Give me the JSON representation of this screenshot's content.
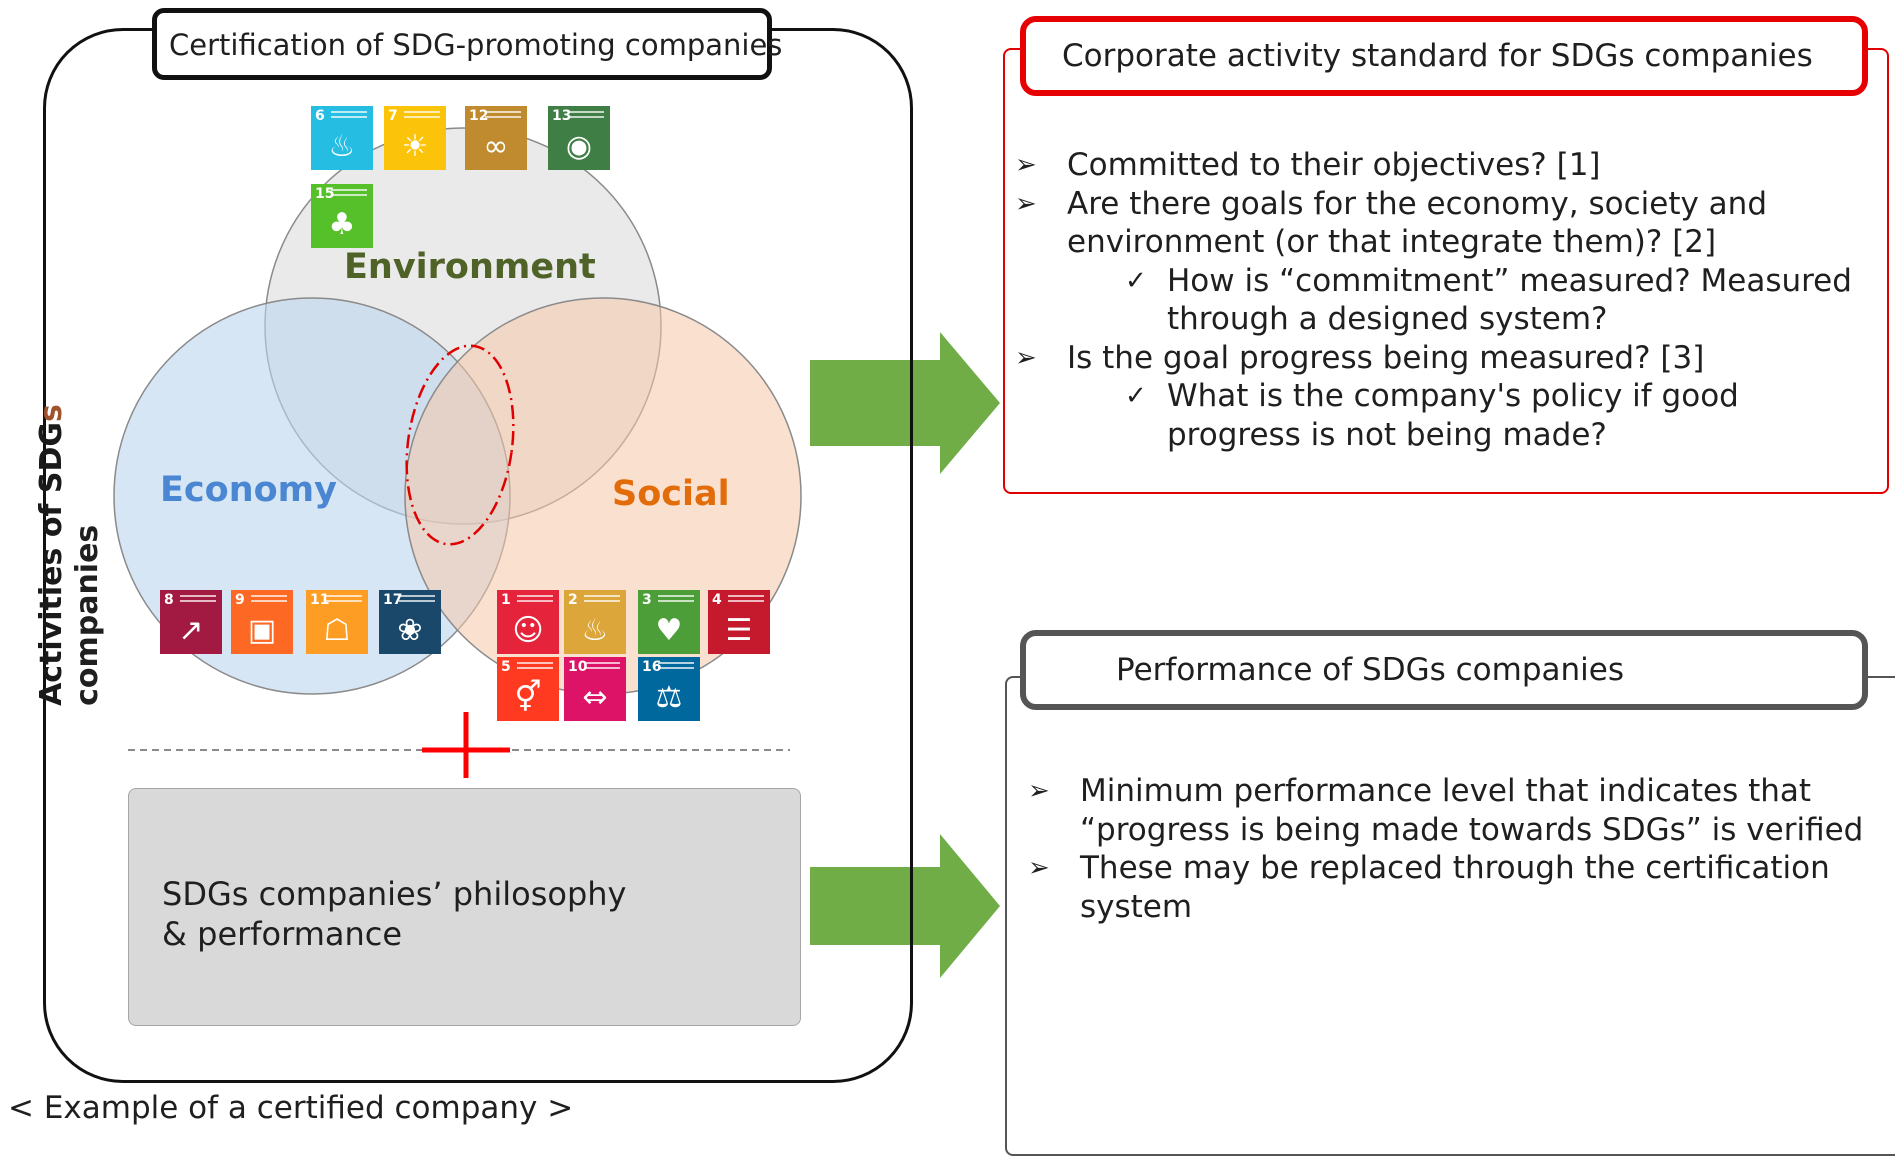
{
  "certification_title": "Certification of SDG-promoting companies",
  "side_label": [
    "Activities of SDGs",
    "companies"
  ],
  "circles": {
    "environment": "Environment",
    "economy": "Economy",
    "social": "Social"
  },
  "philosophy_box": [
    "SDGs companies’ philosophy",
    "& performance"
  ],
  "caption": "< Example of a certified company >",
  "standard": {
    "title": "Corporate activity standard for SDGs companies",
    "items": [
      "Committed to their objectives? [1]",
      "Are there goals for the economy, society and",
      "environment (or that integrate them)? [2]",
      "How is “commitment” measured? Measured",
      "through a designed system?",
      "Is the goal progress being measured? [3]",
      "What is the company's policy if good",
      "progress is not being made?"
    ]
  },
  "performance": {
    "title": "Performance of SDGs companies",
    "items": [
      "Minimum performance level that indicates that",
      "“progress is being made towards SDGs” is verified",
      "These may be replaced through the certification",
      "system"
    ]
  },
  "markers": {
    "arrow": "➢",
    "check": "✓"
  },
  "sdg_icons": [
    {
      "num": "6",
      "color": "#26bde2",
      "icon": "water-drop-icon",
      "glyph": "♨"
    },
    {
      "num": "7",
      "color": "#fcc30b",
      "icon": "sun-icon",
      "glyph": "☀"
    },
    {
      "num": "12",
      "color": "#bf8b2e",
      "icon": "infinity-icon",
      "glyph": "∞"
    },
    {
      "num": "13",
      "color": "#3f7e44",
      "icon": "eye-globe-icon",
      "glyph": "◉"
    },
    {
      "num": "15",
      "color": "#56c02b",
      "icon": "tree-icon",
      "glyph": "♣"
    },
    {
      "num": "8",
      "color": "#a21942",
      "icon": "growth-chart-icon",
      "glyph": "↗"
    },
    {
      "num": "9",
      "color": "#fd6925",
      "icon": "cubes-icon",
      "glyph": "▣"
    },
    {
      "num": "11",
      "color": "#fd9d24",
      "icon": "city-icon",
      "glyph": "☖"
    },
    {
      "num": "17",
      "color": "#19486a",
      "icon": "partnership-flower-icon",
      "glyph": "❀"
    },
    {
      "num": "1",
      "color": "#e5243b",
      "icon": "family-icon",
      "glyph": "☺"
    },
    {
      "num": "2",
      "color": "#dda63a",
      "icon": "bowl-icon",
      "glyph": "♨"
    },
    {
      "num": "3",
      "color": "#4c9f38",
      "icon": "heartbeat-icon",
      "glyph": "♥"
    },
    {
      "num": "4",
      "color": "#c5192d",
      "icon": "book-icon",
      "glyph": "☰"
    },
    {
      "num": "5",
      "color": "#ff3a21",
      "icon": "gender-icon",
      "glyph": "⚥"
    },
    {
      "num": "10",
      "color": "#dd1367",
      "icon": "equality-arrows-icon",
      "glyph": "⇔"
    },
    {
      "num": "16",
      "color": "#00689d",
      "icon": "dove-gavel-icon",
      "glyph": "⚖"
    }
  ]
}
